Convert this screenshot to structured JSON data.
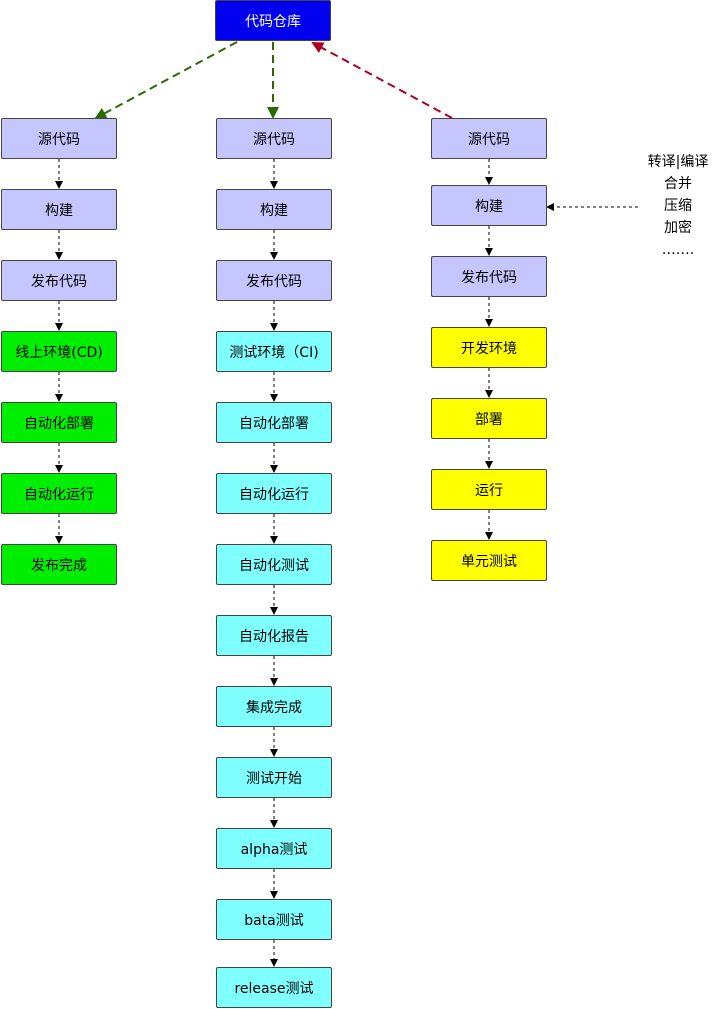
{
  "repo": "代码仓库",
  "left": [
    "源代码",
    "构建",
    "发布代码",
    "线上环境(CD)",
    "自动化部署",
    "自动化运行",
    "发布完成"
  ],
  "middle": [
    "源代码",
    "构建",
    "发布代码",
    "测试环境（CI)",
    "自动化部署",
    "自动化运行",
    "自动化测试",
    "自动化报告",
    "集成完成",
    "测试开始",
    "alpha测试",
    "bata测试",
    "release测试"
  ],
  "right": [
    "源代码",
    "构建",
    "发布代码",
    "开发环境",
    "部署",
    "运行",
    "单元测试"
  ],
  "build_notes": [
    "转译|编译",
    "合并",
    "压缩",
    "加密",
    "……."
  ],
  "colors": {
    "repo": "#0000ee",
    "source": "#c6c6ff",
    "production": "#00ee00",
    "testing": "#80ffff",
    "development": "#ffff00",
    "repo_pull_arrow": "#2a6a00",
    "repo_push_arrow": "#b00020"
  }
}
